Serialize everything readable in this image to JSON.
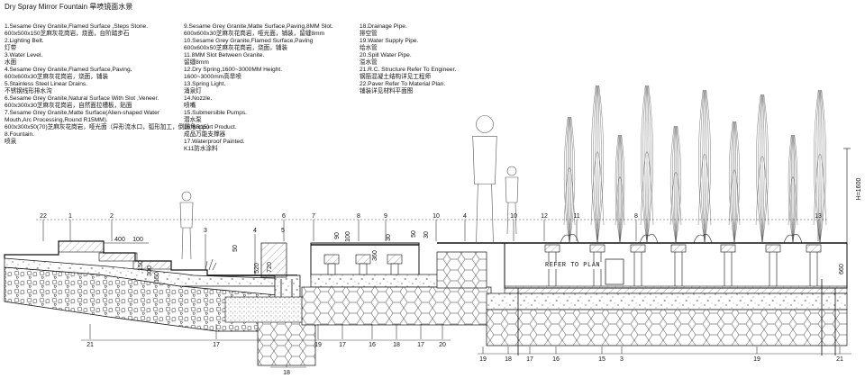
{
  "title": "Dry Spray Mirror Fountain   旱喷镜面水景",
  "legend": {
    "col1": [
      "1.Sesame Grey Granite,Flamed Surface ,Steps  Stone.",
      "600x500x150芝麻灰花岗岩，烧面，台阶踏步石",
      "2.Lighting Belt.",
      "灯带",
      "3.Water Level.",
      "水面",
      "4.Sesame Grey Granite,Flamed Surface,Paving.",
      "600x600x30芝麻灰花岗岩，烧面，铺装",
      "5.Stainless Steel Linear Drains.",
      "不锈钢线形排水沟",
      "6.Sesame Grey Granite,Natural Surface With Slot ,Veneer.",
      "600x300x30芝麻灰花岗岩，自然面拉槽板，贴面",
      "7.Sesame Grey Granite,Matte Surface(Alien-shaped Water Mouth,Arc Processing,Round R15MM).",
      "600x300x50(70)芝麻灰花岗岩，哑光面（异形流水口，弧形加工，倒圆角R15）",
      "8.Fountain.",
      "喷泉"
    ],
    "col2": [
      "9.Sesame Grey Granite,Matte Surface,Paving,8MM Slot.",
      "600x600x30芝麻灰花岗岩，哑光面，铺装，留缝8mm",
      "10.Sesame Grey Granite,Flamed Surface,Paving",
      "600x600x50芝麻灰花岗岩，烧面，铺装",
      "11.8MM Slot Between Granite.",
      "留缝8mm",
      "12.Dry Spring,1600~3000MM Height.",
      "1600~3000mm高旱喷",
      "13.Spring Light.",
      "涌泉灯",
      "14.Nozzle.",
      "喷嘴",
      "15.Submersible Pumps.",
      "潜水泵",
      "16.Support Product.",
      "成品万能支撑器",
      "17.Waterproof Painted.",
      "K11防水涂料"
    ],
    "col3": [
      "18.Drainage Pipe.",
      "排空管",
      "19.Water Supply Pipe.",
      "给水管",
      "20.Spill Water Pipe.",
      "溢水管",
      "21.R.C. Structure Refer To Engineer.",
      "钢筋混凝土结构详见工程师",
      "22.Paver Refer To Material Plan.",
      "铺装详见材料平面图"
    ]
  },
  "plan_note": "REFER TO PLAN",
  "callouts_top": [
    "22",
    "1",
    "2",
    "6",
    "7",
    "8",
    "9",
    "10",
    "4",
    "10",
    "12",
    "11",
    "8",
    "13"
  ],
  "callouts_mid": [
    "3",
    "4",
    "5"
  ],
  "callouts_bottom": [
    "21",
    "17",
    "19",
    "17",
    "16",
    "18",
    "17",
    "20",
    "19",
    "18",
    "17",
    "16",
    "15",
    "3",
    "19",
    "21"
  ],
  "callout_bottom_extra": "18",
  "dimensions": [
    "400",
    "100",
    "150",
    "300",
    "150",
    "50",
    "520",
    "720",
    "90",
    "100",
    "360",
    "30",
    "50",
    "30",
    "H=1600",
    "660"
  ]
}
